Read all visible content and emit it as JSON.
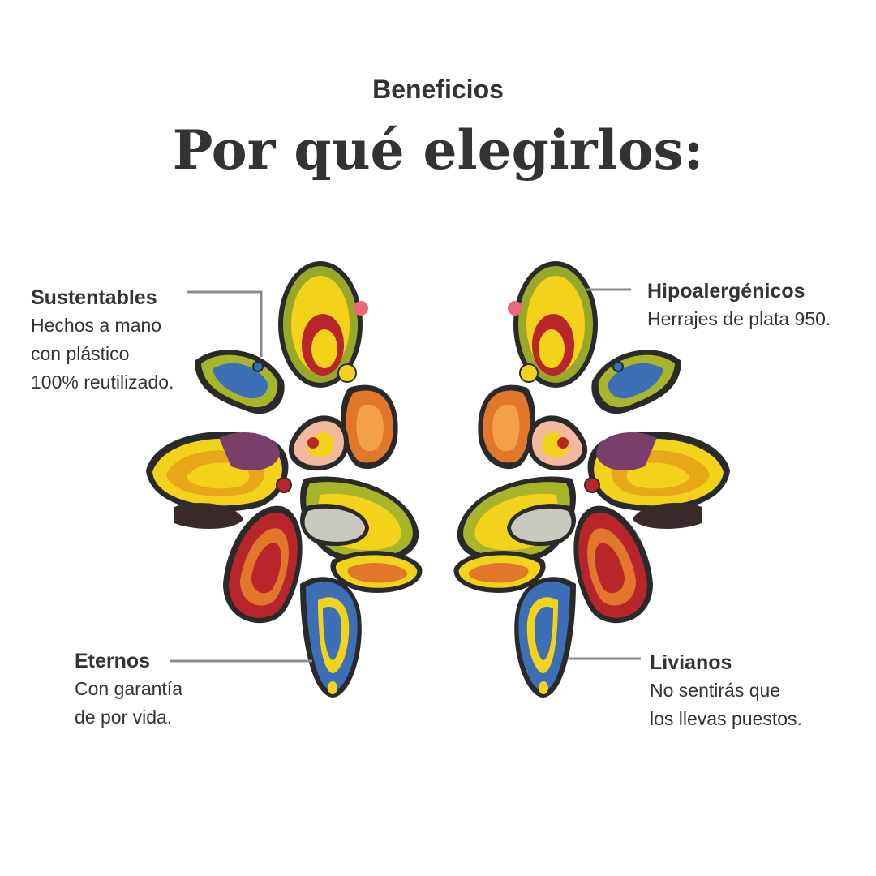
{
  "header": {
    "eyebrow": "Beneficios",
    "title": "Por qué elegirlos:"
  },
  "features": {
    "sustentables": {
      "title": "Sustentables",
      "lines": [
        "Hechos a mano",
        "con plástico",
        "100% reutilizado."
      ]
    },
    "hipoalergenicos": {
      "title": "Hipoalergénicos",
      "lines": [
        "Herrajes de plata 950."
      ]
    },
    "eternos": {
      "title": "Eternos",
      "lines": [
        "Con garantía",
        "de por vida."
      ]
    },
    "livianos": {
      "title": "Livianos",
      "lines": [
        "No sentirás que",
        "los llevas puestos."
      ]
    }
  },
  "colors": {
    "text": "#333333",
    "connector": "#8a8a8a",
    "petal_yellow": "#f2d21b",
    "petal_red": "#b8262c",
    "petal_orange": "#e0772a",
    "petal_blue": "#3d6fb6",
    "petal_olive": "#a8b42a",
    "petal_purple": "#7a3e6a",
    "petal_gray": "#c9c9c0",
    "outline": "#2a2a2a"
  }
}
